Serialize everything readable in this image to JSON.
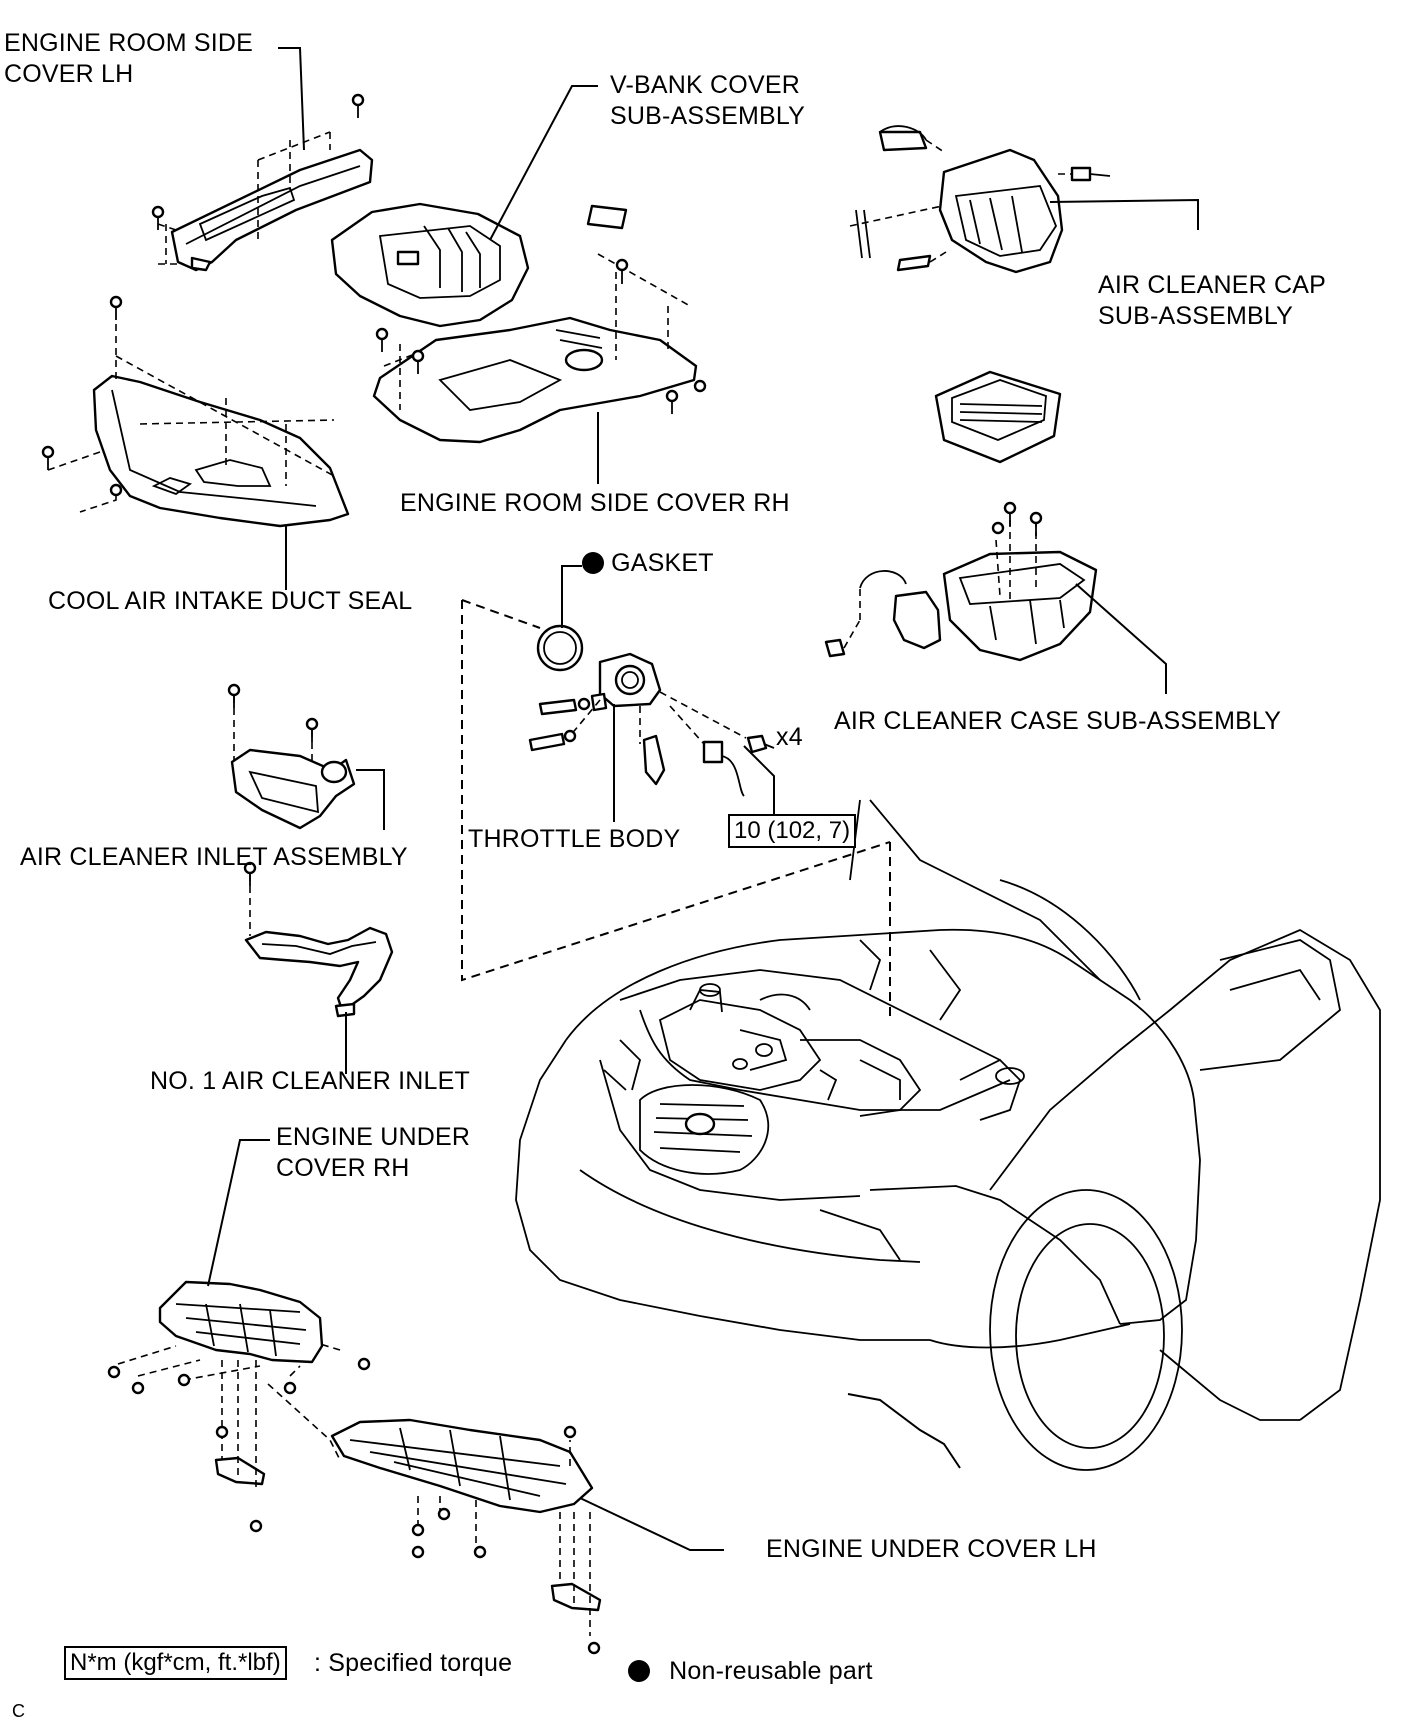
{
  "labels": {
    "engine_room_side_cover_lh": [
      "ENGINE ROOM SIDE",
      "COVER LH"
    ],
    "v_bank_cover": [
      "V-BANK COVER",
      "SUB-ASSEMBLY"
    ],
    "air_cleaner_cap": [
      "AIR CLEANER CAP",
      "SUB-ASSEMBLY"
    ],
    "engine_room_side_cover_rh": "ENGINE ROOM SIDE COVER RH",
    "cool_air_intake_duct_seal": "COOL AIR INTAKE DUCT SEAL",
    "gasket": "GASKET",
    "air_cleaner_case": "AIR CLEANER CASE SUB-ASSEMBLY",
    "air_cleaner_inlet_assembly": "AIR CLEANER INLET ASSEMBLY",
    "throttle_body": "THROTTLE BODY",
    "no1_air_cleaner_inlet": "NO. 1 AIR CLEANER INLET",
    "engine_under_cover_rh": [
      "ENGINE UNDER",
      "COVER RH"
    ],
    "engine_under_cover_lh": "ENGINE UNDER COVER LH"
  },
  "torque": {
    "value": "10 (102, 7)",
    "bolt_count": "x4"
  },
  "legend": {
    "torque_unit_box": "N*m (kgf*cm, ft.*lbf)",
    "torque_text": ": Specified torque",
    "non_reusable_text": "Non-reusable part"
  },
  "illustration_code": "C",
  "colors": {
    "line": "#000000",
    "background": "#ffffff"
  }
}
